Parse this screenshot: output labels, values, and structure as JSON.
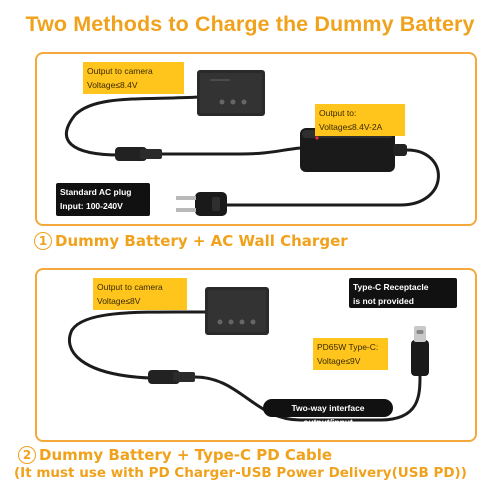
{
  "title": "Two Methods to Charge the Dummy Battery",
  "method1": {
    "num": "1",
    "caption": "Dummy Battery + AC Wall Charger",
    "output_camera_line1": "Output to  camera",
    "output_camera_line2": "Voltage≤8.4V",
    "output_charger_line1": "Output to:",
    "output_charger_line2": "Voltage≤8.4V-2A",
    "plug_line1": "Standard AC plug",
    "plug_line2": "Input: 100-240V"
  },
  "method2": {
    "num": "2",
    "caption": "Dummy Battery + Type-C PD Cable",
    "note": "(It must use with PD Charger-USB Power Delivery(USB PD))",
    "output_camera_line1": "Output to camera",
    "output_camera_line2": "Voltage≤8V",
    "receptacle_line1": "Type-C Receptacle",
    "receptacle_line2": "is not provided",
    "pd_line1": "PD65W Type-C:",
    "pd_line2": "Voltage≤9V",
    "interface_label": "Two-way interface output/input"
  },
  "colors": {
    "accent": "#f0a21c",
    "tag_yellow": "#ffc51c",
    "cable": "#1c1c1c"
  }
}
